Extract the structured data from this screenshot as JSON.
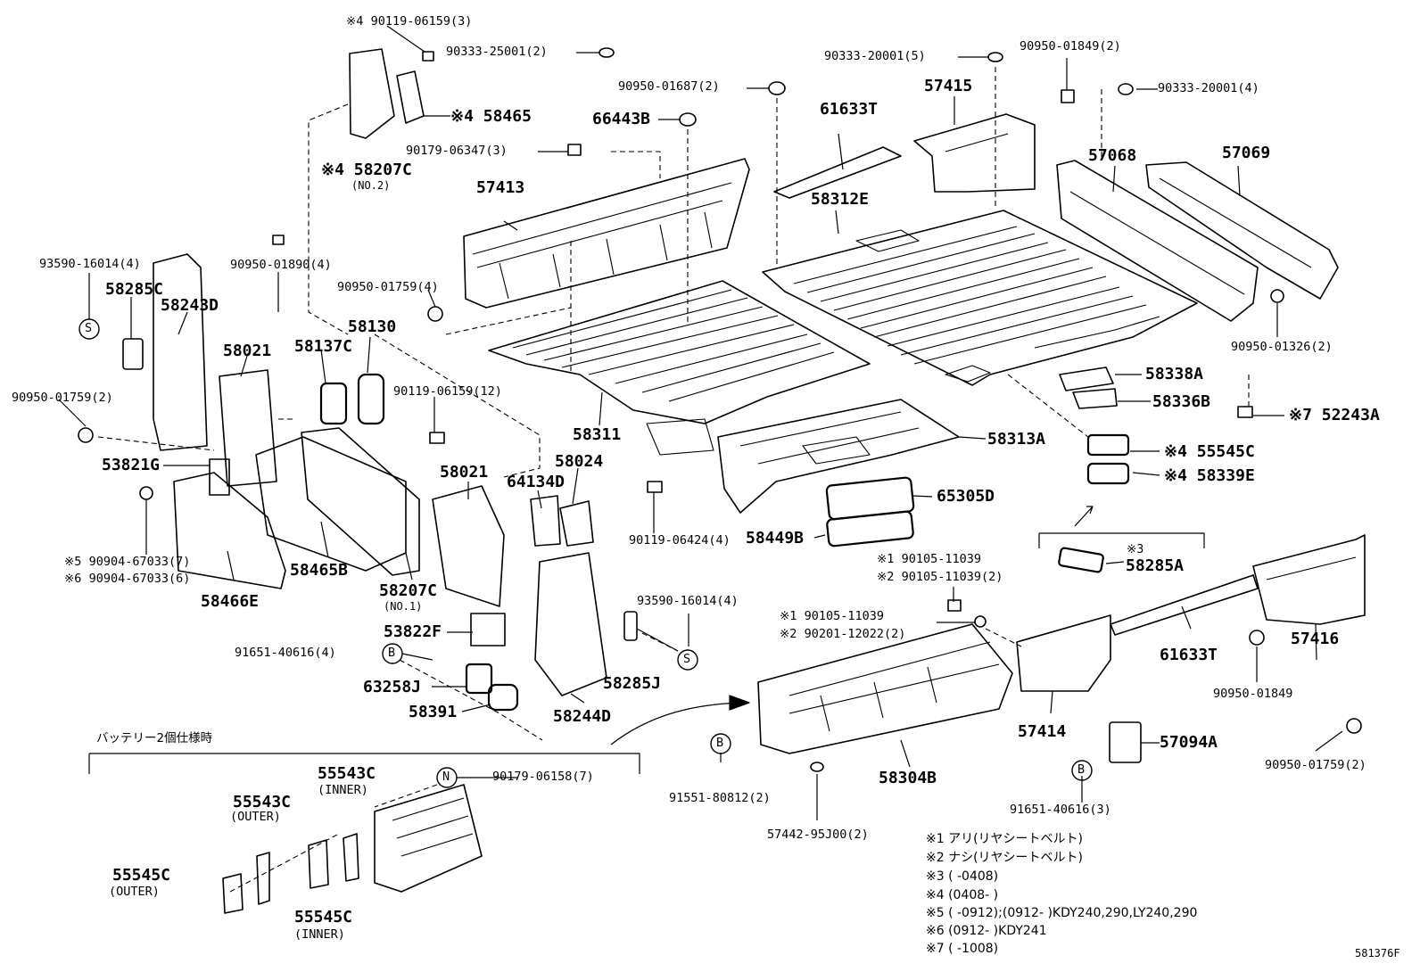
{
  "labels": {
    "p1": "※4 90119-06159(3)",
    "p2": "90333-25001(2)",
    "p3": "※4 58465",
    "p4": "※4 58207C",
    "p5": "(NO.2)",
    "p6": "90950-01687(2)",
    "p7": "66443B",
    "p8": "90179-06347(3)",
    "p9": "57413",
    "p10": "90333-20001(5)",
    "p11": "90950-01849(2)",
    "p12": "90333-20001(4)",
    "p13": "61633T",
    "p14": "57415",
    "p15": "57068",
    "p16": "57069",
    "p17": "58312E",
    "p18": "93590-16014(4)",
    "p19": "90950-01890(4)",
    "p20": "90950-01759(4)",
    "p21": "58285C",
    "p22": "58243D",
    "p23": "58130",
    "p24": "58137C",
    "p25": "58021",
    "p26": "90950-01759(2)",
    "p27": "90119-06159(12)",
    "p28": "58311",
    "p29": "90950-01326(2)",
    "p30": "58338A",
    "p31": "58336B",
    "p32": "※7 52243A",
    "p33": "58313A",
    "p34": "※4 55545C",
    "p35": "※4 58339E",
    "p36": "53821G",
    "p37": "58021",
    "p38": "58024",
    "p39": "64134D",
    "p40": "65305D",
    "p41": "※5 90904-67033(7)",
    "p42": "※6 90904-67033(6)",
    "p43": "58465B",
    "p44": "58466E",
    "p45": "58207C",
    "p46": "(NO.1)",
    "p47": "90119-06424(4)",
    "p48": "58449B",
    "p49": "※3",
    "p50": "58285A",
    "p51": "※1 90105-11039",
    "p52": "※2 90105-11039(2)",
    "p53": "93590-16014(4)",
    "p54": "※1 90105-11039",
    "p55": "※2 90201-12022(2)",
    "p56": "53822F",
    "p57": "91651-40616(4)",
    "p58": "63258J",
    "p59": "58391",
    "p60": "58244D",
    "p61": "58285J",
    "p62": "61633T",
    "p63": "57416",
    "p64": "90950-01849",
    "p65": "57414",
    "p66": "57094A",
    "p67": "90950-01759(2)",
    "p68": "バッテリー2個仕様時",
    "p69": "55543C",
    "p70": "(INNER)",
    "p71": "90179-06158(7)",
    "p72": "55543C",
    "p73": "(OUTER)",
    "p74": "55545C",
    "p75": "(OUTER)",
    "p76": "55545C",
    "p77": "(INNER)",
    "p78": "91551-80812(2)",
    "p79": "58304B",
    "p80": "57442-95J00(2)",
    "p81": "91651-40616(3)",
    "p82": "581376F"
  },
  "circle_marks": {
    "s1": "S",
    "s2": "S",
    "b1": "B",
    "b2": "B",
    "b3": "B",
    "n1": "N"
  },
  "legend": [
    "※1 アリ(リヤシートベルト)",
    "※2 ナシ(リヤシートベルト)",
    "※3 (    -0408)",
    "※4 (0408-    )",
    "※5 (    -0912);(0912-    )KDY240,290,LY240,290",
    "※6 (0912-    )KDY241",
    "※7 (    -1008)"
  ]
}
